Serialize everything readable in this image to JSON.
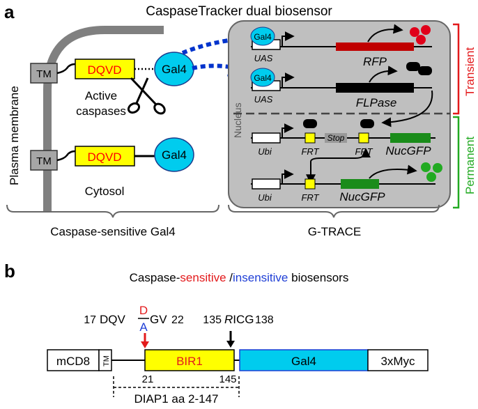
{
  "panel_a": {
    "label": "a",
    "title": "CaspaseTracker dual biosensor",
    "membrane_label": "Plasma membrane",
    "tm_label": "TM",
    "dqvd_label": "DQVD",
    "gal4_label": "Gal4",
    "active_caspases_line1": "Active",
    "active_caspases_line2": "caspases",
    "cytosol_label": "Cytosol",
    "left_caption": "Caspase-sensitive Gal4",
    "nucleus_label": "Nucleus",
    "uas_label": "UAS",
    "rfp_label": "RFP",
    "flpase_label": "FLPase",
    "ubi_label": "Ubi",
    "frt_label": "FRT",
    "stop_label": "Stop",
    "nucgfp_label": "NucGFP",
    "transient_label": "Transient",
    "permanent_label": "Permanent",
    "right_caption": "G-TRACE"
  },
  "panel_b": {
    "label": "b",
    "title_prefix": "Caspase-",
    "title_sensitive": "sensitive",
    "title_slash": " /",
    "title_insensitive": "insensitive",
    "title_suffix": " biosensors",
    "motif_start": "17",
    "motif_left": "DQV",
    "motif_d": "D",
    "motif_a": "A",
    "motif_right": "GV",
    "motif_end": "22",
    "ricg_start": "135",
    "ricg_r": "R",
    "ricg_rest": "ICG",
    "ricg_end": "138",
    "mcd8_label": "mCD8",
    "tm_label": "TM",
    "bir1_label": "BIR1",
    "gal4_label": "Gal4",
    "myc_label": "3xMyc",
    "pos_21": "21",
    "pos_145": "145",
    "diap1_label": "DIAP1 aa 2-147"
  },
  "colors": {
    "gray_membrane": "#808080",
    "tm_fill": "#a6a6a6",
    "dqvd_fill": "#ffff00",
    "dqvd_text": "#ff0000",
    "gal4_fill": "#00ccee",
    "nucleus_fill": "#bfbfbf",
    "rfp_bar": "#c00000",
    "red_dot": "#e0001a",
    "flp_black": "#000000",
    "gfp_green": "#1a8c1a",
    "bright_green": "#22aa22",
    "arrow_blue": "#0033cc",
    "bracket_red": "#e31a1c",
    "bracket_green": "#22aa22",
    "text_blue": "#1f3fd6"
  }
}
